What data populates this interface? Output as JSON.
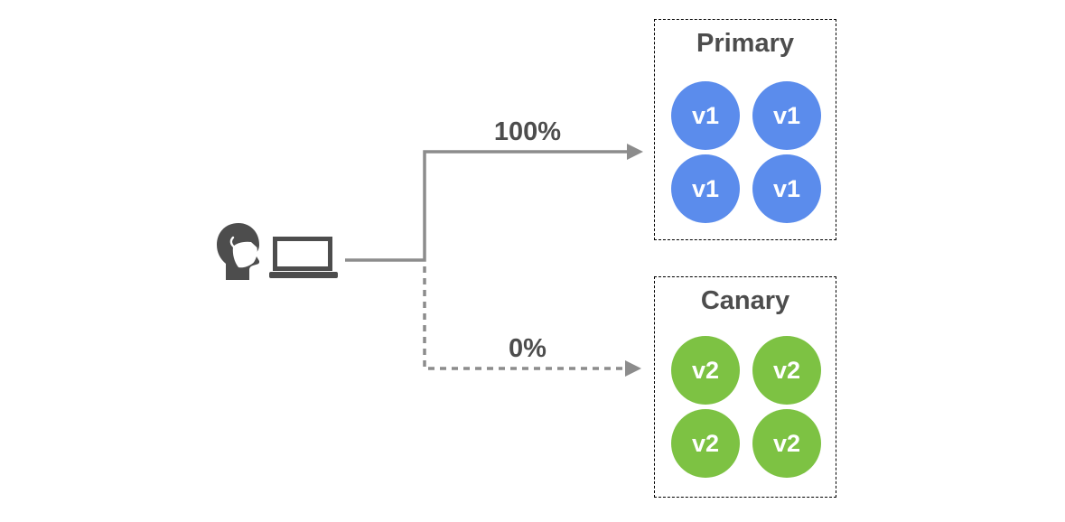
{
  "diagram": {
    "client": {
      "person_icon": "person-wearing-mask-icon",
      "laptop_icon": "laptop-icon"
    },
    "routes": {
      "primary": {
        "weight_label": "100%",
        "line_style": "solid"
      },
      "canary": {
        "weight_label": "0%",
        "line_style": "dashed"
      }
    },
    "groups": {
      "primary": {
        "title": "Primary",
        "instances": [
          "v1",
          "v1",
          "v1",
          "v1"
        ]
      },
      "canary": {
        "title": "Canary",
        "instances": [
          "v2",
          "v2",
          "v2",
          "v2"
        ]
      }
    },
    "colors": {
      "primary_instance": "#5B8CEC",
      "canary_instance": "#7DC243",
      "connector": "#8C8C8C",
      "label_text": "#4D4D4D",
      "instance_text": "#FFFFFF",
      "group_border": "#000000",
      "icon": "#4D4D4D"
    }
  }
}
